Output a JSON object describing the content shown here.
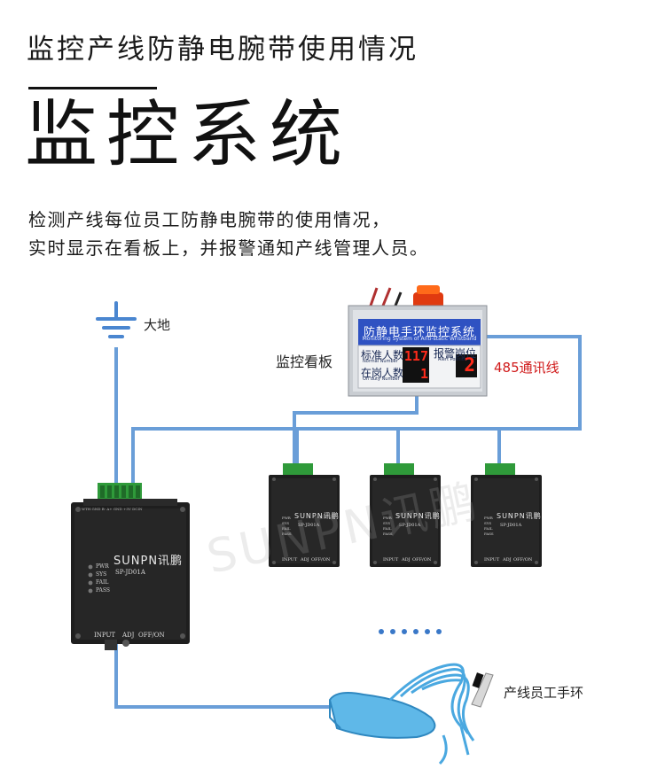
{
  "header": {
    "top_title": "监控产线防静电腕带使用情况",
    "big_title": "监控系统",
    "description_line1": "检测产线每位员工防静电腕带的使用情况，",
    "description_line2": "实时显示在看板上，并报警通知产线管理人员。"
  },
  "diagram": {
    "ground_label": "大地",
    "board_label": "监控看板",
    "comm_label": "485通讯线",
    "wristband_label": "产线员工手环",
    "board": {
      "title": "防静电手环监控系统",
      "subtitle": "Monitoring System of Anti-static Wristband",
      "standard_label": "标准人数",
      "standard_sub": "Normal Number",
      "standard_value": "117",
      "onduty_label": "在岗人数",
      "onduty_sub": "On duty Number",
      "onduty_value": "1",
      "alert_label": "报警岗位",
      "alert_sub": "Alert Position",
      "alert_value": "2"
    },
    "device": {
      "brand": "SUNPN讯鹏",
      "model": "SP-JD01A",
      "leds": [
        "PWR",
        "SYS",
        "FAIL",
        "PASS"
      ],
      "ports": [
        "INPUT",
        "ADJ",
        "OFF/ON"
      ],
      "terminal_label": "WTH GND B- A+ GND +5V  DCIN"
    },
    "watermark": "SUNPN讯鹏",
    "colors": {
      "wire": "#6a9ed8",
      "board_blue": "#2f52c2",
      "segment_red": "#ff2a1a",
      "comm_red": "#d01a1a",
      "device_body": "#1e1e1e"
    }
  }
}
